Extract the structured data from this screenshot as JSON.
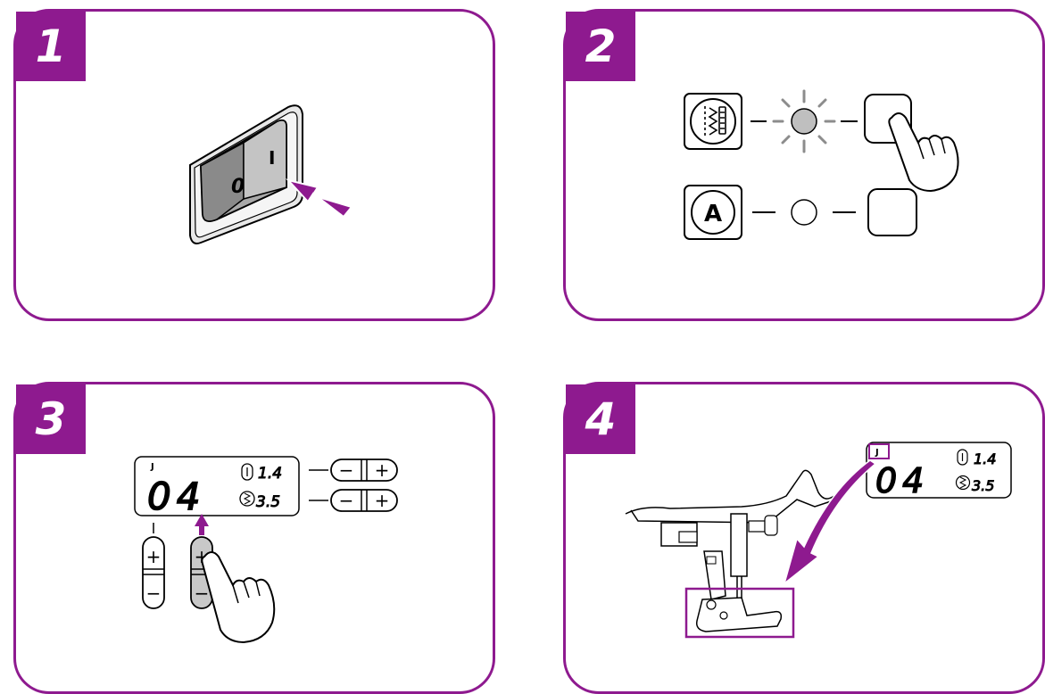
{
  "steps": [
    {
      "number": "1"
    },
    {
      "number": "2"
    },
    {
      "number": "3"
    },
    {
      "number": "4"
    }
  ],
  "switch": {
    "off_label": "0",
    "on_label": "I"
  },
  "buttons": {
    "auto_label": "A"
  },
  "display": {
    "foot_letter": "J",
    "pattern_number": "04",
    "stitch_width": "1.4",
    "stitch_length": "3.5"
  },
  "controls": {
    "plus": "+",
    "minus": "−"
  },
  "colors": {
    "accent": "#8e1a8f",
    "lamp": "#bfbfbf",
    "pressed": "#c8c8c8"
  }
}
